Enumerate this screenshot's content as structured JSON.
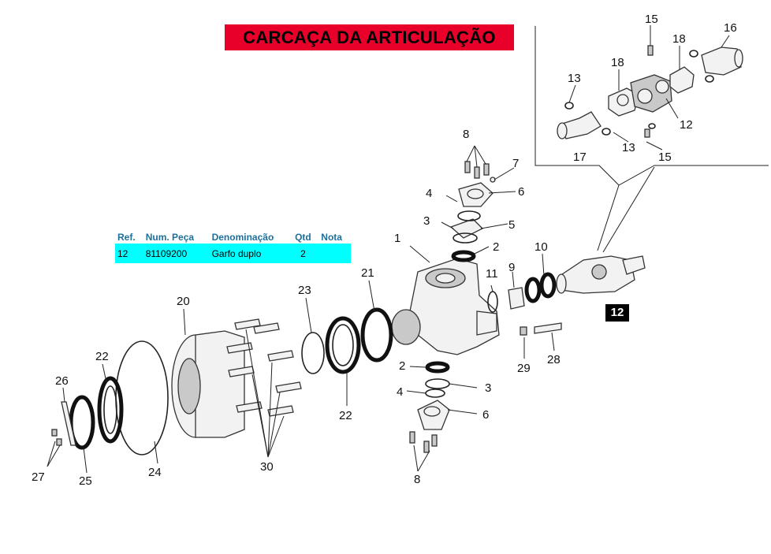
{
  "title": "CARCAÇA DA ARTICULAÇÃO",
  "table": {
    "headers": [
      "Ref.",
      "Num. Peça",
      "Denominação",
      "Qtd",
      "Nota"
    ],
    "rows": [
      [
        "12",
        "81109200",
        "Garfo duplo",
        "2",
        ""
      ]
    ]
  },
  "highlight_ref": "12",
  "callouts": [
    {
      "id": "c1",
      "text": "1"
    },
    {
      "id": "c2a",
      "text": "2"
    },
    {
      "id": "c2b",
      "text": "2"
    },
    {
      "id": "c3a",
      "text": "3"
    },
    {
      "id": "c3b",
      "text": "3"
    },
    {
      "id": "c4a",
      "text": "4"
    },
    {
      "id": "c4b",
      "text": "4"
    },
    {
      "id": "c5",
      "text": "5"
    },
    {
      "id": "c6a",
      "text": "6"
    },
    {
      "id": "c6b",
      "text": "6"
    },
    {
      "id": "c7",
      "text": "7"
    },
    {
      "id": "c8a",
      "text": "8"
    },
    {
      "id": "c8b",
      "text": "8"
    },
    {
      "id": "c9",
      "text": "9"
    },
    {
      "id": "c10",
      "text": "10"
    },
    {
      "id": "c11",
      "text": "11"
    },
    {
      "id": "c12",
      "text": "12"
    },
    {
      "id": "c13a",
      "text": "13"
    },
    {
      "id": "c13b",
      "text": "13"
    },
    {
      "id": "c15a",
      "text": "15"
    },
    {
      "id": "c15b",
      "text": "15"
    },
    {
      "id": "c16",
      "text": "16"
    },
    {
      "id": "c17",
      "text": "17"
    },
    {
      "id": "c18a",
      "text": "18"
    },
    {
      "id": "c18b",
      "text": "18"
    },
    {
      "id": "c20",
      "text": "20"
    },
    {
      "id": "c21",
      "text": "21"
    },
    {
      "id": "c22a",
      "text": "22"
    },
    {
      "id": "c22b",
      "text": "22"
    },
    {
      "id": "c23",
      "text": "23"
    },
    {
      "id": "c24",
      "text": "24"
    },
    {
      "id": "c25",
      "text": "25"
    },
    {
      "id": "c26",
      "text": "26"
    },
    {
      "id": "c27",
      "text": "27"
    },
    {
      "id": "c28",
      "text": "28"
    },
    {
      "id": "c29",
      "text": "29"
    },
    {
      "id": "c30",
      "text": "30"
    }
  ],
  "colors": {
    "title_bg": "#e8002a",
    "table_bg": "#00ffff",
    "table_header_text": "#1d6f9a",
    "badge_bg": "#000000"
  }
}
